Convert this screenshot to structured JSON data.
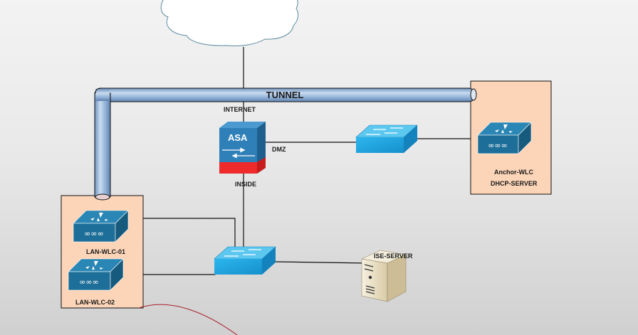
{
  "diagram": {
    "title": "",
    "colors": {
      "background": "#e9e9e9",
      "site_box_fill": "#fcd5b8",
      "site_box_stroke": "#111111",
      "tunnel": "#8fb0d6",
      "cloud_stroke": "#5a8aa0",
      "asa_body": "#2f7fb8",
      "asa_inside_band": "#ee2a2a",
      "switch": "#2aa8e0",
      "wlc": "#1d6e98",
      "server": "#e8dcc0",
      "annotation_curve": "#a8202a"
    },
    "cloud": {
      "label": ""
    },
    "tunnel": {
      "label": "TUNNEL"
    },
    "asa": {
      "label": "ASA",
      "interfaces": {
        "outside": "INTERNET",
        "dmz": "DMZ",
        "inside": "INSIDE"
      }
    },
    "sites": {
      "remote": {
        "devices": [
          {
            "name": "Anchor-WLC",
            "type": "wlc"
          }
        ],
        "label_lines": [
          "Anchor-WLC",
          "DHCP-SERVER"
        ]
      },
      "local": {
        "devices": [
          {
            "name": "LAN-WLC-01",
            "type": "wlc"
          },
          {
            "name": "LAN-WLC-02",
            "type": "wlc"
          }
        ]
      }
    },
    "switches": [
      {
        "name": "dmz-switch",
        "type": "switch"
      },
      {
        "name": "inside-switch",
        "type": "switch"
      }
    ],
    "servers": [
      {
        "name": "ISE-SERVER",
        "type": "server"
      }
    ],
    "links": [
      {
        "from": "cloud",
        "to": "ASA",
        "label": "INTERNET"
      },
      {
        "from": "ASA",
        "to": "dmz-switch",
        "label": "DMZ"
      },
      {
        "from": "dmz-switch",
        "to": "Anchor-WLC"
      },
      {
        "from": "ASA",
        "to": "inside-switch",
        "label": "INSIDE"
      },
      {
        "from": "LAN-WLC-01",
        "to": "inside-switch"
      },
      {
        "from": "LAN-WLC-02",
        "to": "inside-switch"
      },
      {
        "from": "inside-switch",
        "to": "ISE-SERVER"
      },
      {
        "from": "local-site",
        "to": "remote-site",
        "label": "TUNNEL"
      }
    ]
  }
}
